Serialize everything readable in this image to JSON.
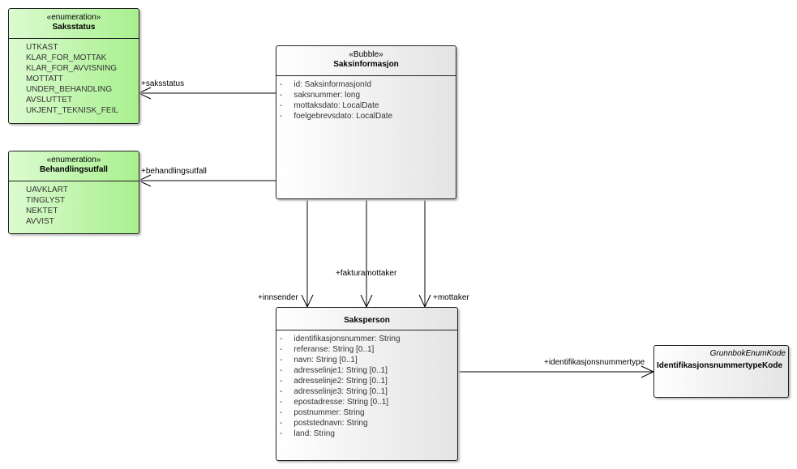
{
  "saksstatus": {
    "stereotype": "«enumeration»",
    "name": "Saksstatus",
    "literals": [
      "UTKAST",
      "KLAR_FOR_MOTTAK",
      "KLAR_FOR_AVVISNING",
      "MOTTATT",
      "UNDER_BEHANDLING",
      "AVSLUTTET",
      "UKJENT_TEKNISK_FEIL"
    ]
  },
  "behandlingsutfall": {
    "stereotype": "«enumeration»",
    "name": "Behandlingsutfall",
    "literals": [
      "UAVKLART",
      "TINGLYST",
      "NEKTET",
      "AVVIST"
    ]
  },
  "saksinformasjon": {
    "stereotype": "«Bubble»",
    "name": "Saksinformasjon",
    "attributes": [
      "id: SaksinformasjonId",
      "saksnummer: long",
      "mottaksdato: LocalDate",
      "foelgebrevsdato: LocalDate"
    ]
  },
  "saksperson": {
    "name": "Saksperson",
    "attributes": [
      "identifikasjonsnummer: String",
      "referanse: String [0..1]",
      "navn: String [0..1]",
      "adresselinje1: String [0..1]",
      "adresselinje2: String [0..1]",
      "adresselinje3: String [0..1]",
      "epostadresse: String [0..1]",
      "postnummer: String",
      "poststednavn: String",
      "land: String"
    ]
  },
  "kode": {
    "stereotype": "GrunnbokEnumKode",
    "name": "IdentifikasjonsnummertypeKode"
  },
  "associations": {
    "saksstatus": "+saksstatus",
    "behandlingsutfall": "+behandlingsutfall",
    "innsender": "+innsender",
    "fakturamottaker": "+fakturamottaker",
    "mottaker": "+mottaker",
    "identifikasjonsnummertype": "+identifikasjonsnummertype"
  },
  "colors": {
    "enum_fill": "#b8f4a0",
    "class_fill": "#f0f0f0"
  }
}
